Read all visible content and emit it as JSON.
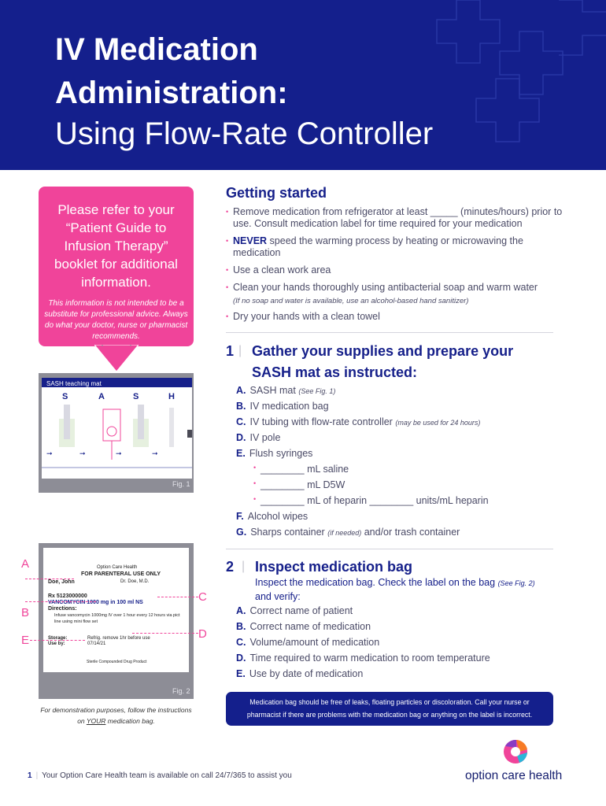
{
  "header": {
    "title_line1": "IV Medication",
    "title_line2": "Administration:",
    "subtitle": "Using Flow-Rate Controller"
  },
  "callout": {
    "main": "Please refer to your “Patient Guide to Infusion Therapy” booklet for additional information.",
    "disclaimer": "This information is not intended to be a substitute for professional advice. Always do what your doctor, nurse or pharmacist recommends."
  },
  "fig1": {
    "mat_title": "SASH teaching mat",
    "letters": [
      "S",
      "A",
      "S",
      "H"
    ],
    "label": "Fig. 1"
  },
  "fig2": {
    "label": "Fig. 2",
    "letters": [
      "A",
      "B",
      "C",
      "D",
      "E"
    ],
    "pharmacy": "Option Care Health",
    "parenteral": "FOR PARENTERAL USE ONLY",
    "patient": "Doe, John",
    "doctor": "Dr. Doe, M.D.",
    "rx": "Rx 5123000000",
    "drug": "VANCOMYCIN 1000 mg in 100 ml NS",
    "directions": "Directions:",
    "directions_text": "Infuse vancomycin 1000mg IV over 1 hour every 12 hours via pict line using mini flow set",
    "storage_label": "Storage:",
    "storage_value": "Refrig. remove 1hr before use",
    "use_by_label": "Use by:",
    "use_by_value": "07/14/21",
    "footer_text": "Sterile Compounded Drug Product"
  },
  "fig_caption": {
    "line1": "For demonstration purposes, follow the instructions",
    "line2_prefix": "on ",
    "line2_your": "YOUR",
    "line2_suffix": " medication bag."
  },
  "getting_started": {
    "heading": "Getting started",
    "bullets": [
      "Remove medication from refrigerator at least _____ (minutes/hours) prior to use. Consult medication label for time required for your medication",
      "NEVER",
      " speed the warming process by heating or microwaving the medication",
      "Use a clean work area",
      "Clean your hands thoroughly using antibacterial soap and warm water",
      "(If no soap and water is available, use an alcohol-based hand sanitizer)",
      "Dry your hands with a clean towel"
    ]
  },
  "section1": {
    "number": "1",
    "title_line1": "Gather your supplies and prepare your",
    "title_line2": "SASH mat as instructed:",
    "items": [
      {
        "key": "A.",
        "text": "SASH mat",
        "note": "(See Fig. 1)"
      },
      {
        "key": "B.",
        "text": "IV medication bag",
        "note": ""
      },
      {
        "key": "C.",
        "text": "IV tubing with flow-rate controller",
        "note": "(may be used for 24 hours)"
      },
      {
        "key": "D.",
        "text": "IV pole",
        "note": ""
      },
      {
        "key": "E.",
        "text": "Flush syringes",
        "note": ""
      },
      {
        "key": "F.",
        "text": "Alcohol wipes",
        "note": ""
      },
      {
        "key": "G.",
        "text": "Sharps container",
        "note": "(if needed)",
        "after": " and/or trash container"
      }
    ],
    "subitems": [
      "________ mL saline",
      "________ mL D5W",
      "________ mL of heparin ________ units/mL heparin"
    ]
  },
  "section2": {
    "number": "2",
    "title": "Inspect medication bag",
    "intro_line1": "Inspect the medication bag. Check the label on the bag",
    "intro_note": "(See Fig. 2)",
    "intro_line2": "and verify:",
    "items": [
      {
        "key": "A.",
        "text": "Correct name of patient"
      },
      {
        "key": "B.",
        "text": "Correct name of medication"
      },
      {
        "key": "C.",
        "text": "Volume/amount of medication"
      },
      {
        "key": "D.",
        "text": "Time required to warm medication to room temperature"
      },
      {
        "key": "E.",
        "text": "Use by date of medication"
      }
    ]
  },
  "notice": {
    "line1": "Medication bag should be free of leaks, floating particles or discoloration. Call your nurse or",
    "line2": "pharmacist if there are problems with the medication bag or anything on the label is incorrect."
  },
  "footer": {
    "page": "1",
    "text": "Your Option Care Health team is available on call 24/7/365 to assist you",
    "logo_text": "option care health"
  },
  "colors": {
    "navy": "#141f8c",
    "pink": "#f0449a"
  }
}
